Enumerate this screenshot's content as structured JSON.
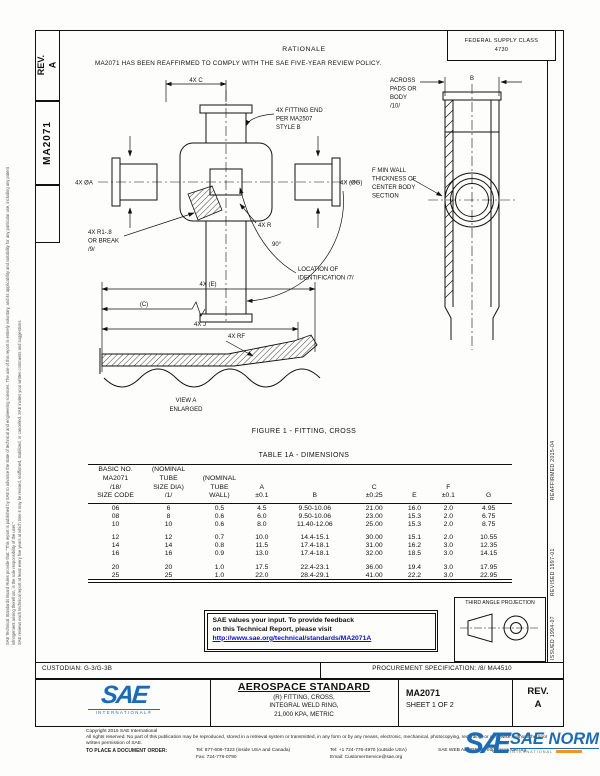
{
  "page": {
    "margin_notes": {
      "note1": "SAE Technical Standards Board Rules provide that: “This report is published by SAE to advance the state of technical and engineering sciences. The use of this report is entirely voluntary, and its applicability and suitability for any particular use, including any patent infringement arising therefrom, is the sole responsibility of the user.”",
      "note2": "SAE reviews each technical report at least every five years at which time it may be revised, reaffirmed, stabilized, or cancelled. SAE invites your written comments and suggestions."
    },
    "revision_strip": {
      "issued": "ISSUED 1994-07",
      "revised": "REVISED 1997-01",
      "reaffirmed": "REAFFIRMED 2015-04"
    },
    "left_tabs": {
      "rev_label": "REV.\nA",
      "doc_number": "MA2071"
    },
    "federal_supply_class": {
      "line1": "FEDERAL SUPPLY CLASS",
      "line2": "4730"
    }
  },
  "rationale": {
    "heading": "RATIONALE",
    "body": "MA2071 HAS BEEN REAFFIRMED TO COMPLY WITH THE SAE FIVE-YEAR REVIEW POLICY."
  },
  "figure": {
    "caption": "FIGURE 1 - FITTING, CROSS",
    "front_view": {
      "dim_c": "4X C",
      "fitting_end_note": [
        "4X FITTING END",
        "PER MA2507",
        "STYLE B"
      ],
      "dia_a": "4X ØA",
      "dia_g": "4X (ØG)",
      "radius_note": [
        "4X R1-.8",
        "OR BREAK",
        "/9/"
      ],
      "center_radius": "4X R",
      "angle": "90°",
      "id_note": [
        "LOCATION OF",
        "IDENTIFICATION /7/"
      ]
    },
    "side_view": {
      "across_note": [
        "ACROSS",
        "PADS OR",
        "BODY",
        "/10/"
      ],
      "dim_b": "B",
      "wall_note": [
        "F MIN WALL",
        "THICKNESS OF",
        "CENTER BODY",
        "SECTION"
      ]
    },
    "view_a": {
      "dim_e": "4X (E)",
      "dim_c": "(C)",
      "dim_j": "4X J",
      "radius_f": "4X RF",
      "caption": [
        "VIEW A",
        "ENLARGED"
      ]
    }
  },
  "table": {
    "title": "TABLE 1A - DIMENSIONS",
    "headers": [
      "BASIC NO.\nMA2071\n/18/\nSIZE CODE",
      "(NOMINAL\nTUBE\nSIZE DIA)\n/1/",
      "(NOMINAL\nTUBE\nWALL)",
      "A\n±0.1",
      "B",
      "C\n±0.25",
      "E",
      "F\n±0.1",
      "G"
    ],
    "groups": [
      [
        [
          "06",
          "6",
          "0.5",
          "4.5",
          "9.50-10.06",
          "21.00",
          "16.0",
          "2.0",
          "4.95"
        ],
        [
          "08",
          "8",
          "0.6",
          "6.0",
          "9.50-10.06",
          "23.00",
          "15.3",
          "2.0",
          "6.75"
        ],
        [
          "10",
          "10",
          "0.6",
          "8.0",
          "11.40-12.06",
          "25.00",
          "15.3",
          "2.0",
          "8.75"
        ]
      ],
      [
        [
          "12",
          "12",
          "0.7",
          "10.0",
          "14.4-15.1",
          "30.00",
          "15.1",
          "2.0",
          "10.55"
        ],
        [
          "14",
          "14",
          "0.8",
          "11.5",
          "17.4-18.1",
          "31.00",
          "16.2",
          "3.0",
          "12.35"
        ],
        [
          "16",
          "16",
          "0.9",
          "13.0",
          "17.4-18.1",
          "32.00",
          "18.5",
          "3.0",
          "14.15"
        ]
      ],
      [
        [
          "20",
          "20",
          "1.0",
          "17.5",
          "22.4-23.1",
          "36.00",
          "19.4",
          "3.0",
          "17.95"
        ],
        [
          "25",
          "25",
          "1.0",
          "22.0",
          "28.4-29.1",
          "41.00",
          "22.2",
          "3.0",
          "22.95"
        ]
      ]
    ]
  },
  "feedback_box": {
    "line1": "SAE values your input. To provide feedback",
    "line2": "on this Technical Report, please visit",
    "url": "http://www.sae.org/technical/standards/MA2071A"
  },
  "projection_box": {
    "label": "THIRD ANGLE PROJECTION"
  },
  "custodian_row": {
    "custodian": "CUSTODIAN: G-3/G-3B",
    "procurement": "PROCUREMENT SPECIFICATION: /8/ MA4510"
  },
  "title_block": {
    "logo_text": "SAE",
    "logo_subtext": "INTERNATIONAL®",
    "standard_type": "AEROSPACE STANDARD",
    "subtitle": [
      "(R) FITTING, CROSS,",
      "INTEGRAL WELD RING,",
      "21,000 KPA, METRIC"
    ],
    "document_number": "MA2071",
    "sheet": "SHEET 1 OF 2",
    "rev_label": "REV.",
    "rev_value": "A"
  },
  "legal": {
    "copyright": "Copyright 2015 SAE International",
    "rights": "All rights reserved. No part of this publication may be reproduced, stored in a retrieval system or transmitted, in any form or by any means, electronic, mechanical, photocopying, recording, or otherwise, without the prior written permission of SAE.",
    "order_label": "TO PLACE A DOCUMENT ORDER:",
    "tel_inside": "Tel: 877-606-7323 (inside USA and Canada)",
    "fax": "Fax: 724-776-0790",
    "tel_outside": "Tel: +1 724-776-4970 (outside USA)",
    "email": "Email: CustomerService@sae.org",
    "web": "SAE WEB ADDRESS: http://www.sae.org"
  },
  "watermark": {
    "mark": "SÆ",
    "title": "SAE NORM",
    "subtitle": "INTERNATIONAL"
  },
  "colors": {
    "sae_blue": "#1B6BB5",
    "link_blue": "#0b0bd6",
    "accent_orange": "#F7941D"
  }
}
